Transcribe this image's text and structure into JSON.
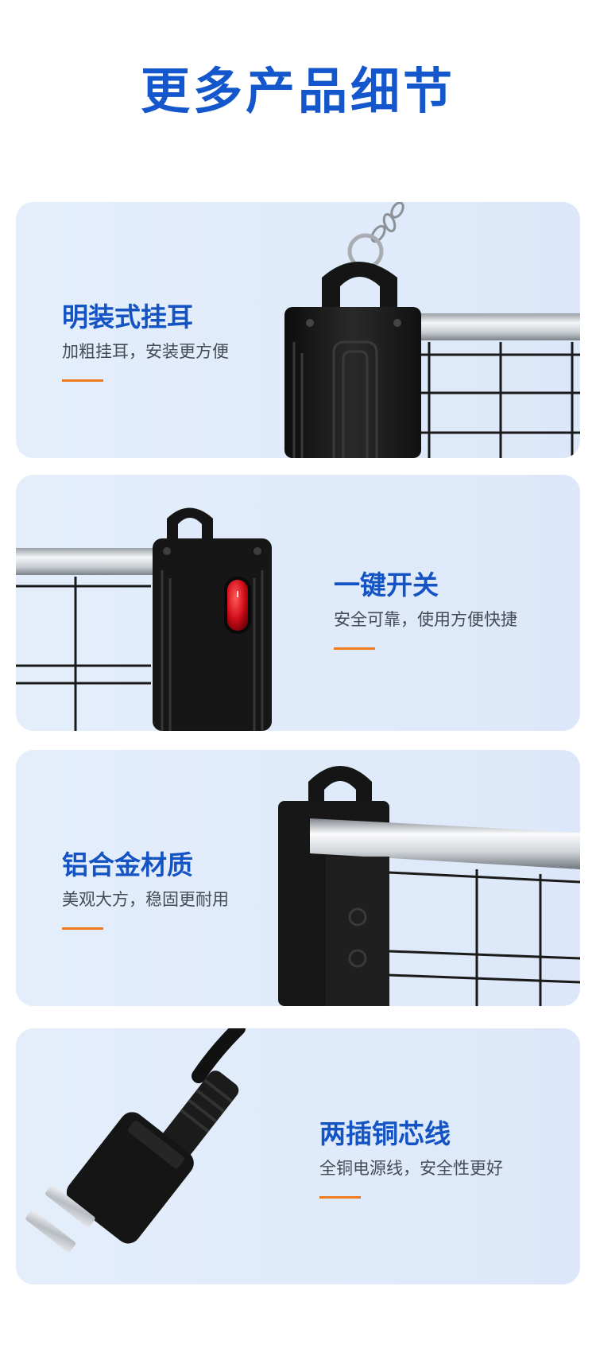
{
  "page": {
    "title": "更多产品细节"
  },
  "colors": {
    "title_blue": "#1456cc",
    "accent_orange": "#f07a1e",
    "card_bg": "#dfeafa"
  },
  "features": [
    {
      "title": "明装式挂耳",
      "subtitle": "加粗挂耳，安装更方便",
      "illustration": "hanging-ear-image"
    },
    {
      "title": "一键开关",
      "subtitle": "安全可靠，使用方便快捷",
      "illustration": "power-switch-image"
    },
    {
      "title": "铝合金材质",
      "subtitle": "美观大方，稳固更耐用",
      "illustration": "aluminum-frame-image"
    },
    {
      "title": "两插铜芯线",
      "subtitle": "全铜电源线，安全性更好",
      "illustration": "two-pin-plug-image"
    }
  ]
}
